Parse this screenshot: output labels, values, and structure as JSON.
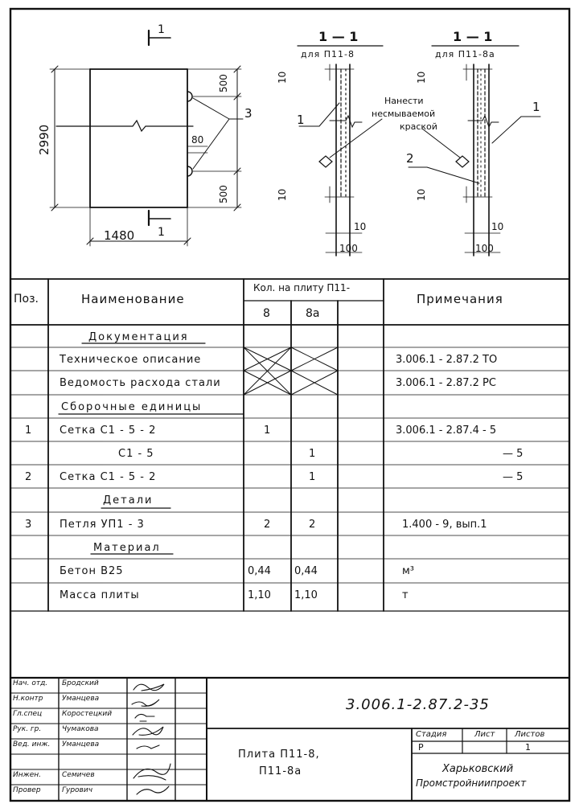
{
  "drawing": {
    "section_mark_num_top": "1",
    "section_mark_num_bottom": "1",
    "dim_height": "2990",
    "dim_width": "1480",
    "dim_500_top": "500",
    "dim_80": "80",
    "dim_500_bottom": "500",
    "callout_3": "3",
    "section_a_title": "1 — 1",
    "section_a_sub": "для П11-8",
    "section_b_title": "1 — 1",
    "section_b_sub": "для П11-8а",
    "dim_10_a_top": "10",
    "dim_10_a_bottom": "10",
    "dim_10_b_top": "10",
    "dim_10_b_bottom": "10",
    "dim_10_a_horiz": "10",
    "dim_10_b_horiz": "10",
    "dim_100_a": "100",
    "dim_100_b": "100",
    "callout_1_a": "1",
    "callout_1_b": "1",
    "callout_2": "2",
    "note_line1": "Нанести",
    "note_line2": "несмываемой",
    "note_line3": "краской"
  },
  "table": {
    "header_pos": "Поз.",
    "header_name": "Наименование",
    "header_qty": "Кол. на плиту П11-",
    "header_qty_8": "8",
    "header_qty_8a": "8а",
    "header_notes": "Примечания",
    "rows": [
      {
        "pos": "",
        "name": "Документация",
        "q8": "",
        "q8a": "",
        "note": "",
        "section": true
      },
      {
        "pos": "",
        "name": "Техническое описание",
        "q8": "",
        "q8a": "",
        "note": "3.006.1 - 2.87.2  ТО",
        "cross": true
      },
      {
        "pos": "",
        "name": "Ведомость расхода стали",
        "q8": "",
        "q8a": "",
        "note": "3.006.1 - 2.87.2  РС",
        "cross": true
      },
      {
        "pos": "",
        "name": "Сборочные единицы",
        "q8": "",
        "q8a": "",
        "note": "",
        "section": true
      },
      {
        "pos": "1",
        "name": "Сетка  С1 - 5 - 2",
        "q8": "1",
        "q8a": "",
        "note": "3.006.1 - 2.87.4 -  5"
      },
      {
        "pos": "",
        "name": "С1 - 5",
        "q8": "",
        "q8a": "1",
        "note": "— 5",
        "indent": true
      },
      {
        "pos": "2",
        "name": "Сетка  С1 - 5 - 2",
        "q8": "",
        "q8a": "1",
        "note": "— 5"
      },
      {
        "pos": "",
        "name": "Детали",
        "q8": "",
        "q8a": "",
        "note": "",
        "section": true
      },
      {
        "pos": "3",
        "name": "Петля  УП1 - 3",
        "q8": "2",
        "q8a": "2",
        "note": "1.400 - 9, вып.1"
      },
      {
        "pos": "",
        "name": "Материал",
        "q8": "",
        "q8a": "",
        "note": "",
        "section": true
      },
      {
        "pos": "",
        "name": "Бетон  В25",
        "q8": "0,44",
        "q8a": "0,44",
        "note": "м³"
      },
      {
        "pos": "",
        "name": "Масса  плиты",
        "q8": "1,10",
        "q8a": "1,10",
        "note": "т"
      }
    ]
  },
  "title_block": {
    "signers": [
      {
        "role": "Нач. отд.",
        "name": "Бродский"
      },
      {
        "role": "Н.контр",
        "name": "Уманцева"
      },
      {
        "role": "Гл.спец",
        "name": "Коростецкий"
      },
      {
        "role": "Рук. гр.",
        "name": "Чумакова"
      },
      {
        "role": "Вед. инж.",
        "name": "Уманцева"
      },
      {
        "role": "",
        "name": ""
      },
      {
        "role": "Инжен.",
        "name": "Семичев"
      },
      {
        "role": "Провер",
        "name": "Гурович"
      }
    ],
    "doc_code": "3.006.1-2.87.2-35",
    "product_line1": "Плита  П11-8,",
    "product_line2": "П11-8а",
    "stage_label": "Стадия",
    "sheet_label": "Лист",
    "sheets_label": "Листов",
    "stage_value": "Р",
    "sheets_value": "1",
    "org_line1": "Харьковский",
    "org_line2": "Промстройниипроект"
  }
}
